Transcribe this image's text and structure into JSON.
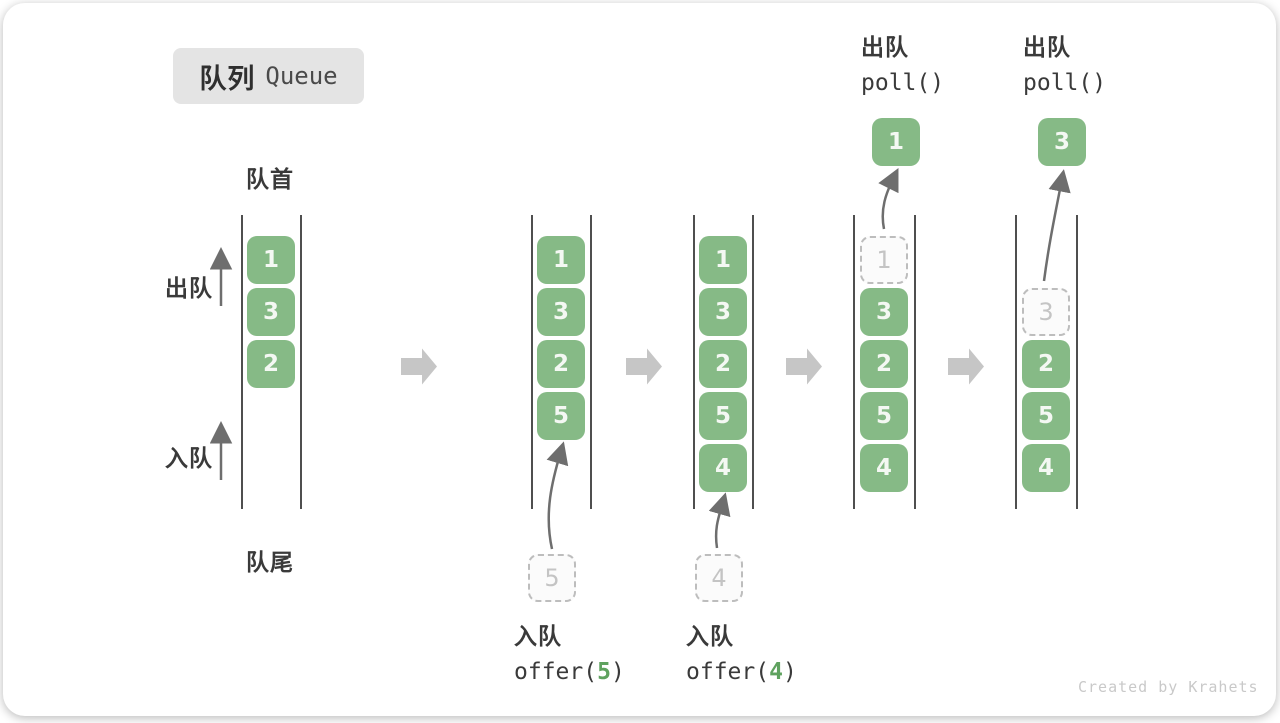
{
  "title": {
    "zh": "队列",
    "en": "Queue"
  },
  "labels": {
    "head": "队首",
    "tail": "队尾",
    "dequeue_side": "出队",
    "enqueue_side": "入队"
  },
  "states": [
    {
      "cells": [
        "1",
        "3",
        "2"
      ]
    },
    {
      "cells": [
        "1",
        "3",
        "2",
        "5"
      ],
      "incoming": "5"
    },
    {
      "cells": [
        "1",
        "3",
        "2",
        "5",
        "4"
      ],
      "incoming": "4"
    },
    {
      "cells": [
        "3",
        "2",
        "5",
        "4"
      ],
      "removed": "1",
      "out": "1"
    },
    {
      "cells": [
        "2",
        "5",
        "4"
      ],
      "removed": "3",
      "out": "3"
    }
  ],
  "operations": {
    "enqueue5": {
      "label": "入队",
      "pre": "offer(",
      "arg": "5",
      "post": ")"
    },
    "enqueue4": {
      "label": "入队",
      "pre": "offer(",
      "arg": "4",
      "post": ")"
    },
    "dequeue1": {
      "label": "出队",
      "fn": "poll()"
    },
    "dequeue2": {
      "label": "出队",
      "fn": "poll()"
    }
  },
  "colors": {
    "cell_green": "#86ba86",
    "code_arg_green": "#5fa25f",
    "block_arrow_gray": "#c6c6c6",
    "thin_arrow_gray": "#6e6e6e",
    "dashed_border_gray": "#bdbdbd",
    "title_box_gray": "#e4e4e4",
    "text_dark": "#3a3a3a"
  },
  "watermark": "Created by Krahets"
}
